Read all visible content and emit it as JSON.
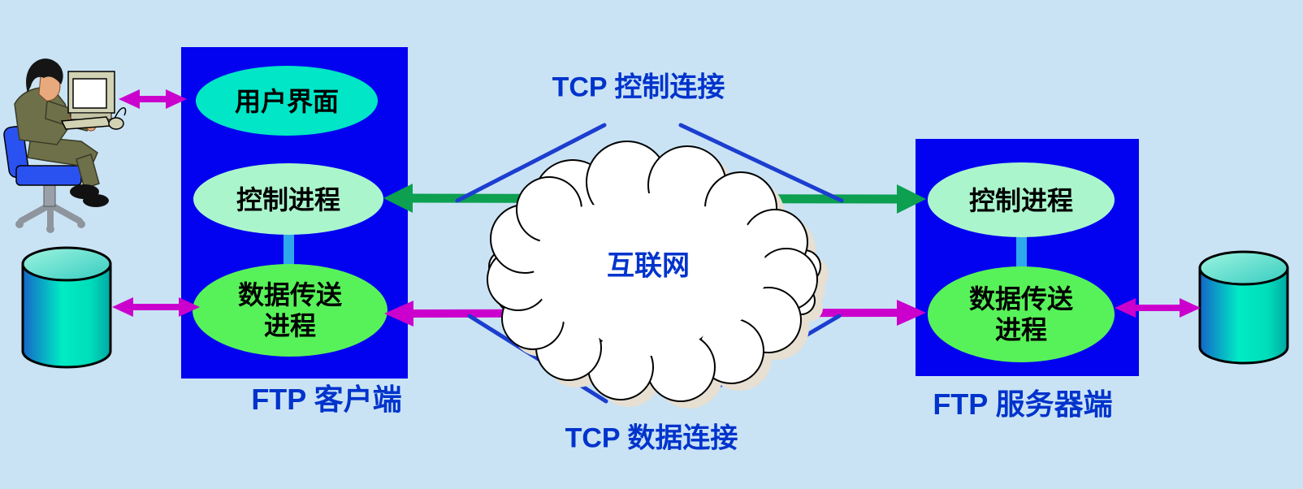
{
  "client_panel": {
    "title": "FTP 客户端",
    "user_interface_label": "用户界面",
    "control_process_label": "控制进程",
    "data_process_label_line1": "数据传送",
    "data_process_label_line2": "进程"
  },
  "server_panel": {
    "title": "FTP 服务器端",
    "control_process_label": "控制进程",
    "data_process_label_line1": "数据传送",
    "data_process_label_line2": "进程"
  },
  "internet_cloud_label": "互联网",
  "connections": {
    "tcp_control_label": "TCP 控制连接",
    "tcp_data_label": "TCP 数据连接"
  },
  "icons": {
    "person": "person-at-computer-icon",
    "left_storage": "storage-cylinder-icon",
    "right_storage": "storage-cylinder-icon",
    "cloud": "internet-cloud-icon"
  },
  "colors": {
    "background": "#c9e3f5",
    "panel_blue": "#0202f0",
    "ellipse_user_interface": "#00e6c6",
    "ellipse_control": "#aaf5cc",
    "ellipse_data": "#57f259",
    "connector_cyan": "#2ea8ec",
    "arrow_green": "#0ca050",
    "arrow_magenta": "#cc00cc",
    "callout_line_blue": "#1c3ecf",
    "label_text_blue": "#0033cc",
    "node_text_black": "#000000",
    "cloud_fill": "#ffffff",
    "cloud_outline": "#000000",
    "cloud_shadow": "#e6dfd2"
  }
}
